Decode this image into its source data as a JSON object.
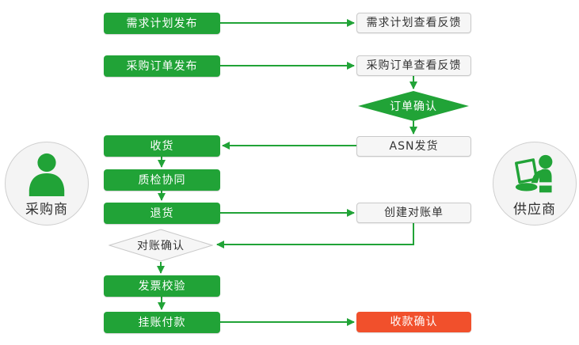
{
  "colors": {
    "green": "#21a337",
    "red": "#f1502c",
    "node_bg": "#f6f6f6",
    "node_border": "#c9c9c9",
    "text_dark": "#333333",
    "text_light": "#ffffff",
    "circle_bg": "#f4f4f4",
    "circle_border": "#cfcfcf"
  },
  "actors": {
    "buyer": {
      "label": "采购商",
      "icon": "person-icon"
    },
    "supplier": {
      "label": "供应商",
      "icon": "person-laptop-icon"
    }
  },
  "nodes": {
    "demand_plan_publish": "需求计划发布",
    "po_publish": "采购订单发布",
    "receive_goods": "收货",
    "quality_collab": "质检协同",
    "return_goods": "退货",
    "invoice_check": "发票校验",
    "payment_on_account": "挂账付款",
    "demand_plan_feedback": "需求计划查看反馈",
    "po_feedback": "采购订单查看反馈",
    "order_confirm": "订单确认",
    "asn_ship": "ASN发货",
    "create_statement": "创建对账单",
    "statement_confirm": "对账确认",
    "receipt_confirm": "收款确认"
  }
}
